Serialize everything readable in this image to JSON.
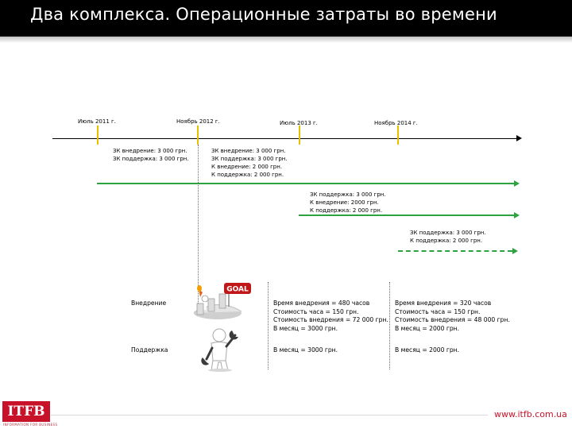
{
  "title": "Два комплекса. Операционные затраты во времени",
  "timeline": {
    "dates": [
      "Июль 2011 г.",
      "Ноябрь 2012 г.",
      "Июль 2013 г.",
      "Ноябрь 2014 г."
    ]
  },
  "boxes": {
    "b1": [
      "ЗК внедрение: 3 000 грн.",
      "ЗК поддержка: 3 000 грн."
    ],
    "b2": [
      "ЗК внедрение: 3 000 грн.",
      "ЗК поддержка: 3 000 грн.",
      "К внедрение: 2 000 грн.",
      "К поддержка: 2 000 грн."
    ],
    "b3": [
      "ЗК поддержка: 3 000 грн.",
      "К внедрение: 2000 грн.",
      "К поддержка: 2 000 грн."
    ],
    "b4": [
      "ЗК поддержка: 3 000 грн.",
      "К поддержка: 2 000 грн."
    ]
  },
  "rows": {
    "implementation_label": "Внедрение",
    "support_label": "Поддержка",
    "goal_text": "GOAL",
    "impl_col1": [
      "Время внедрения = 480 часов",
      "Стоимость часа = 150 грн.",
      "Стоимость внедрения = 72 000 грн.",
      "В месяц = 3000 грн."
    ],
    "impl_col2": [
      "Время внедрения = 320 часов",
      "Стоимость часа = 150 грн.",
      "Стоимость внедрения = 48 000 грн.",
      "В месяц = 2000 грн."
    ],
    "support_col1": "В месяц = 3000 грн.",
    "support_col2": "В месяц = 2000 грн."
  },
  "brand": {
    "logo": "ITFB",
    "logo_sub": "INFORMATION FOR BUSINESS",
    "url": "www.itfb.com.ua"
  },
  "colors": {
    "header": "#000000",
    "tick": "#e8c000",
    "arrow": "#2ca33f",
    "brand": "#c8122a"
  }
}
